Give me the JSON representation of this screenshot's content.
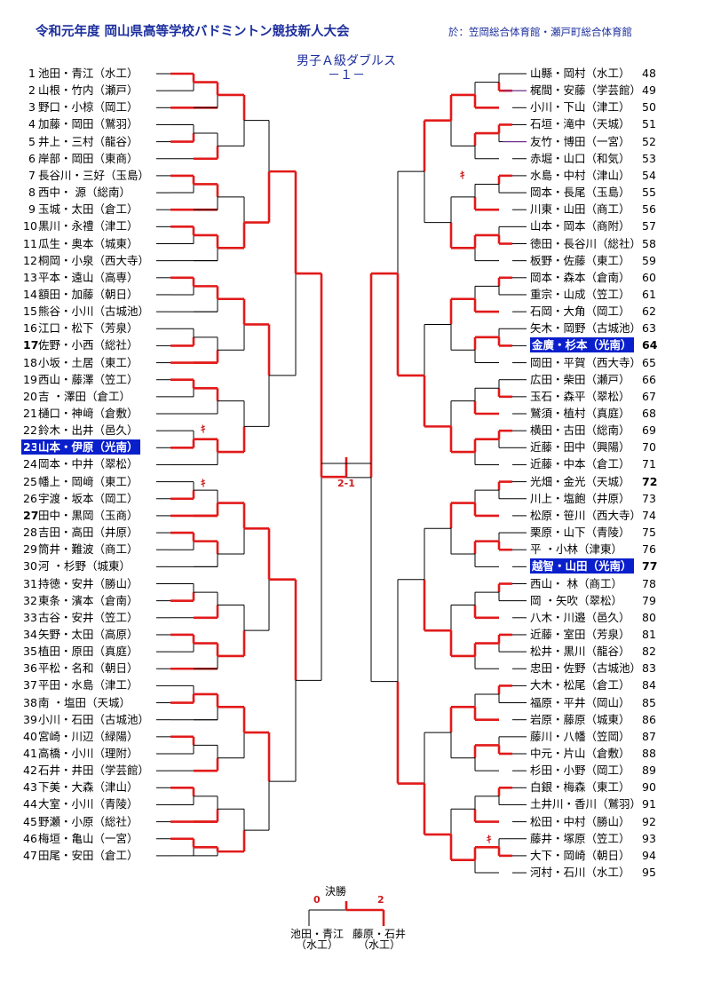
{
  "header": {
    "title": "令和元年度 岡山県高等学校バドミントン競技新人大会",
    "venue": "於：笠岡総合体育館・瀬戸町総合体育館"
  },
  "event": {
    "title": "男子Ａ級ダブルス",
    "sheet": "－１－"
  },
  "left_entries": [
    {
      "no": "1",
      "name": "池田・青江（水工）"
    },
    {
      "no": "2",
      "name": "山根・竹内（瀬戸）"
    },
    {
      "no": "3",
      "name": "野口・小椋（岡工）"
    },
    {
      "no": "4",
      "name": "加藤・岡田（鷲羽）"
    },
    {
      "no": "5",
      "name": "井上・三村（龍谷）"
    },
    {
      "no": "6",
      "name": "岸部・岡田（東商）"
    },
    {
      "no": "7",
      "name": "長谷川・三好（玉島）"
    },
    {
      "no": "8",
      "name": "西中・ 源（総南）"
    },
    {
      "no": "9",
      "name": "玉城・太田（倉工）"
    },
    {
      "no": "10",
      "name": "黒川・永禮（津工）"
    },
    {
      "no": "11",
      "name": "瓜生・奥本（城東）"
    },
    {
      "no": "12",
      "name": "桐岡・小泉（西大寺）"
    },
    {
      "no": "13",
      "name": "平本・遠山（高専）"
    },
    {
      "no": "14",
      "name": "額田・加藤（朝日）"
    },
    {
      "no": "15",
      "name": "熊谷・小川（古城池）"
    },
    {
      "no": "16",
      "name": "江口・松下（芳泉）"
    },
    {
      "no": "17",
      "name": "佐野・小西（総社）"
    },
    {
      "no": "18",
      "name": "小坂・土居（東工）"
    },
    {
      "no": "19",
      "name": "西山・藤澤（笠工）"
    },
    {
      "no": "20",
      "name": "吉 ・澤田（倉工）"
    },
    {
      "no": "21",
      "name": "樋口・神﨑（倉敷）"
    },
    {
      "no": "22",
      "name": "鈴木・出井（邑久）"
    },
    {
      "no": "23",
      "name": "山本・伊原（光南）"
    },
    {
      "no": "24",
      "name": "岡本・中井（翠松）"
    },
    {
      "no": "25",
      "name": "幡上・岡﨑（東工）"
    },
    {
      "no": "26",
      "name": "宇渡・坂本（岡工）"
    },
    {
      "no": "27",
      "name": "田中・黒岡（玉商）"
    },
    {
      "no": "28",
      "name": "吉田・高田（井原）"
    },
    {
      "no": "29",
      "name": "筒井・難波（商工）"
    },
    {
      "no": "30",
      "name": "河 ・杉野（城東）"
    },
    {
      "no": "31",
      "name": "持徳・安井（勝山）"
    },
    {
      "no": "32",
      "name": "東条・濱本（倉南）"
    },
    {
      "no": "33",
      "name": "古谷・安井（笠工）"
    },
    {
      "no": "34",
      "name": "矢野・太田（高原）"
    },
    {
      "no": "35",
      "name": "植田・原田（真庭）"
    },
    {
      "no": "36",
      "name": "平松・名和（朝日）"
    },
    {
      "no": "37",
      "name": "平田・水島（津工）"
    },
    {
      "no": "38",
      "name": "南 ・塩田（天城）"
    },
    {
      "no": "39",
      "name": "小川・石田（古城池）"
    },
    {
      "no": "40",
      "name": "宮崎・川辺（緑陽）"
    },
    {
      "no": "41",
      "name": "高橋・小川（理附）"
    },
    {
      "no": "42",
      "name": "石井・井田（学芸館）"
    },
    {
      "no": "43",
      "name": "下美・大森（津山）"
    },
    {
      "no": "44",
      "name": "大室・小川（青陵）"
    },
    {
      "no": "45",
      "name": "野瀬・小原（総社）"
    },
    {
      "no": "46",
      "name": "梅垣・亀山（一宮）"
    },
    {
      "no": "47",
      "name": "田尾・安田（倉工）"
    }
  ],
  "right_entries": [
    {
      "no": "48",
      "name": "山縣・岡村（水工）"
    },
    {
      "no": "49",
      "name": "梶間・安藤（学芸館）"
    },
    {
      "no": "50",
      "name": "小川・下山（津工）"
    },
    {
      "no": "51",
      "name": "石垣・滝中（天城）"
    },
    {
      "no": "52",
      "name": "友竹・博田（一宮）"
    },
    {
      "no": "53",
      "name": "赤堀・山口（和気）"
    },
    {
      "no": "54",
      "name": "水島・中村（津山）"
    },
    {
      "no": "55",
      "name": "岡本・長尾（玉島）"
    },
    {
      "no": "56",
      "name": "川東・山田（商工）"
    },
    {
      "no": "57",
      "name": "山本・岡本（商附）"
    },
    {
      "no": "58",
      "name": "徳田・長谷川（総社）"
    },
    {
      "no": "59",
      "name": "板野・佐藤（東工）"
    },
    {
      "no": "60",
      "name": "岡本・森本（倉南）"
    },
    {
      "no": "61",
      "name": "重宗・山成（笠工）"
    },
    {
      "no": "62",
      "name": "石岡・大角（岡工）"
    },
    {
      "no": "63",
      "name": "矢木・岡野（古城池）"
    },
    {
      "no": "64",
      "name": "金廣・杉本（光南）"
    },
    {
      "no": "65",
      "name": "岡田・平賀（西大寺）"
    },
    {
      "no": "66",
      "name": "広田・柴田（瀬戸）"
    },
    {
      "no": "67",
      "name": "玉石・森平（翠松）"
    },
    {
      "no": "68",
      "name": "鷲須・植村（真庭）"
    },
    {
      "no": "69",
      "name": "横田・古田（総南）"
    },
    {
      "no": "70",
      "name": "近藤・田中（興陽）"
    },
    {
      "no": "71",
      "name": "近藤・中本（倉工）"
    },
    {
      "no": "72",
      "name": "光畑・金光（天城）"
    },
    {
      "no": "73",
      "name": "川上・塩飽（井原）"
    },
    {
      "no": "74",
      "name": "松原・笹川（西大寺）"
    },
    {
      "no": "75",
      "name": "栗原・山下（青陵）"
    },
    {
      "no": "76",
      "name": "平 ・小林（津東）"
    },
    {
      "no": "77",
      "name": "越智・山田（光南）"
    },
    {
      "no": "78",
      "name": "西山・ 林（商工）"
    },
    {
      "no": "79",
      "name": "岡 ・矢吹（翠松）"
    },
    {
      "no": "80",
      "name": "八木・川邉（邑久）"
    },
    {
      "no": "81",
      "name": "近藤・室田（芳泉）"
    },
    {
      "no": "82",
      "name": "松井・黒川（龍谷）"
    },
    {
      "no": "83",
      "name": "忠田・佐野（古城池）"
    },
    {
      "no": "84",
      "name": "大木・松尾（倉工）"
    },
    {
      "no": "85",
      "name": "福原・平井（岡山）"
    },
    {
      "no": "86",
      "name": "岩原・藤原（城東）"
    },
    {
      "no": "87",
      "name": "藤川・八幡（笠岡）"
    },
    {
      "no": "88",
      "name": "中元・片山（倉敷）"
    },
    {
      "no": "89",
      "name": "杉田・小野（岡工）"
    },
    {
      "no": "90",
      "name": "白銀・梅森（東工）"
    },
    {
      "no": "91",
      "name": "土井川・香川（鷲羽）"
    },
    {
      "no": "92",
      "name": "松田・中村（勝山）"
    },
    {
      "no": "93",
      "name": "藤井・塚原（笠工）"
    },
    {
      "no": "94",
      "name": "大下・岡崎（朝日）"
    },
    {
      "no": "95",
      "name": "河村・石川（水工）"
    }
  ],
  "marks": {
    "semifinal_score": "2-1",
    "kiken": "ｷ",
    "final_label": "決勝",
    "final_score_left": "0",
    "final_score_right": "2",
    "finalist_left_names": "池田・青江",
    "finalist_left_school": "（水工）",
    "finalist_right_names": "藤原・石井",
    "finalist_right_school": "（水工）"
  },
  "highlighted": [
    "23",
    "64",
    "77"
  ],
  "bold_numbers": [
    "17",
    "27",
    "72"
  ],
  "colors": {
    "win_line": "#e21a1a",
    "lose_line": "#000000",
    "highlight_bg": "#0a1fcc",
    "title": "#1d2f9e",
    "rr_line": "#7a2a9a"
  }
}
